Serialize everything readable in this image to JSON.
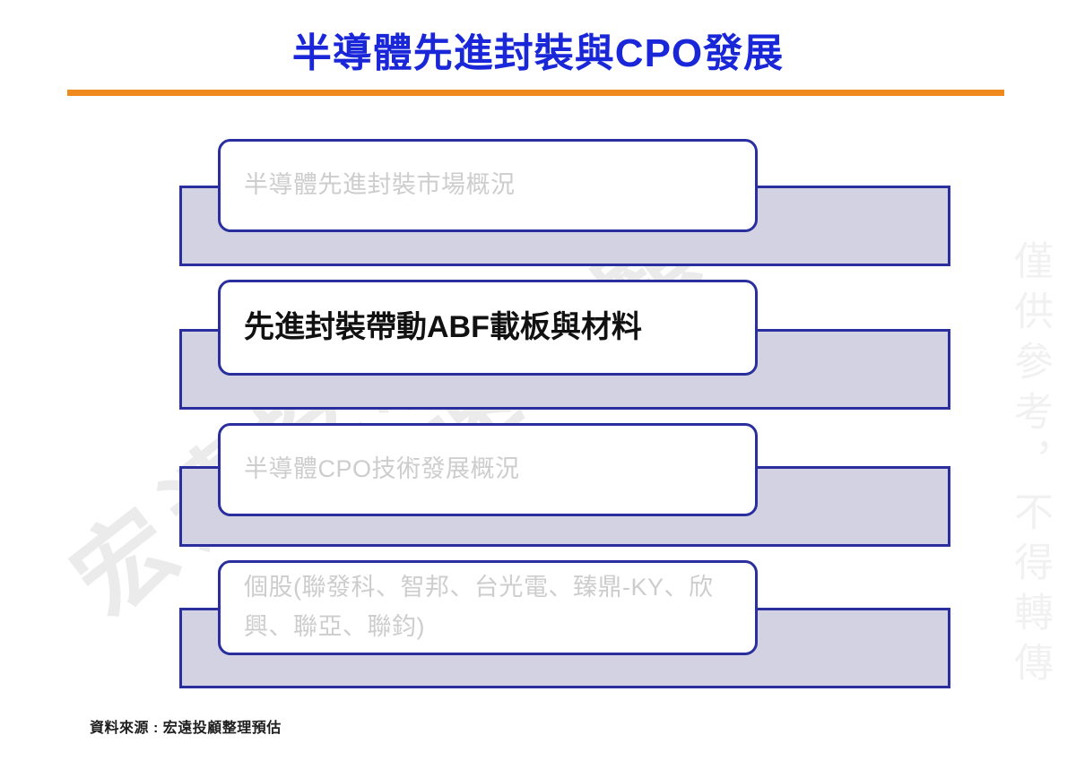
{
  "header": {
    "title": "半導體先進封裝與CPO發展",
    "rule_color": "#f08a1c",
    "title_color": "#1a27d8"
  },
  "agenda": {
    "items": [
      {
        "label": "半導體先進封裝市場概況",
        "active": false
      },
      {
        "label": "先進封裝帶動ABF載板與材料",
        "active": true
      },
      {
        "label": "半導體CPO技術發展概況",
        "active": false
      },
      {
        "label": "個股(聯發科、智邦、台光電、臻鼎-KY、欣興、聯亞、聯鈞)",
        "active": false
      }
    ],
    "bar_color": "#d2d2e3",
    "border_color": "#2b2f9e",
    "inactive_text_color": "#cdcdcd",
    "active_text_color": "#111111"
  },
  "footer": {
    "source": "資料來源 : 宏遠投顧整理預估"
  },
  "watermarks": {
    "vertical": "僅供參考，不得轉傳",
    "diagonal_a": "宏遠投顧",
    "diagonal_b": "宏遠投顧"
  }
}
